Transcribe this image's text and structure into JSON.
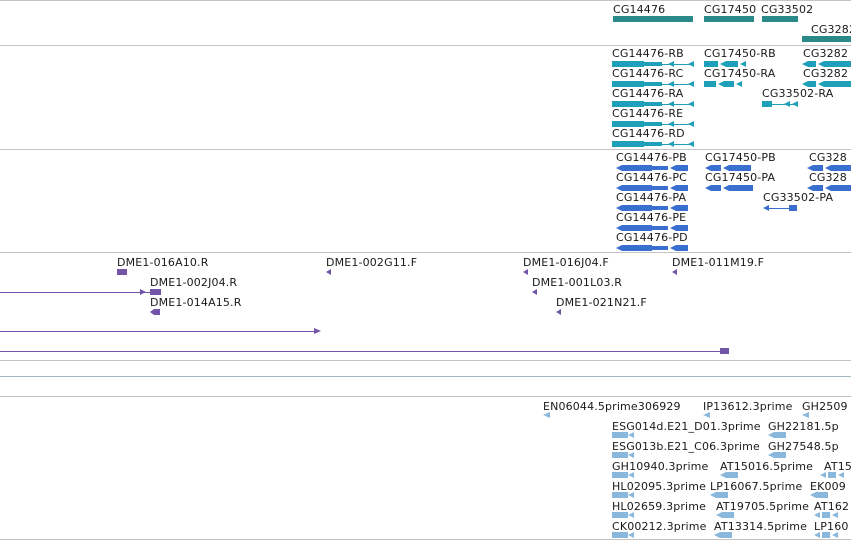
{
  "colors": {
    "gene": "#2a8a8a",
    "transcript": "#1ea0b8",
    "protein": "#3a6fd0",
    "clone": "#7055a8",
    "est": "#8ab8dc",
    "separator": "#c4c4c4"
  },
  "genes": {
    "labels": [
      "CG14476",
      "CG17450",
      "CG33502",
      "CG3282"
    ]
  },
  "transcripts": {
    "labels": [
      "CG14476-RB",
      "CG14476-RC",
      "CG14476-RA",
      "CG14476-RE",
      "CG14476-RD",
      "CG17450-RB",
      "CG17450-RA",
      "CG33502-RA",
      "CG3282",
      "CG3282"
    ]
  },
  "proteins": {
    "labels": [
      "CG14476-PB",
      "CG14476-PC",
      "CG14476-PA",
      "CG14476-PE",
      "CG14476-PD",
      "CG17450-PB",
      "CG17450-PA",
      "CG33502-PA",
      "CG328",
      "CG328"
    ]
  },
  "clones": {
    "labels": [
      "DME1-016A10.R",
      "DME1-002J04.R",
      "DME1-014A15.R",
      "DME1-002G11.F",
      "DME1-016J04.F",
      "DME1-001L03.R",
      "DME1-021N21.F",
      "DME1-011M19.F"
    ]
  },
  "ests": {
    "labels": [
      "EN06044.5prime306929",
      "IP13612.3prime",
      "GH2509",
      "ESG014d.E21_D01.3prime",
      "GH22181.5p",
      "ESG013b.E21_C06.3prime",
      "GH27548.5p",
      "GH10940.3prime",
      "AT15016.5prime",
      "AT15",
      "HL02095.3prime",
      "LP16067.5prime",
      "EK009",
      "HL02659.3prime",
      "AT19705.5prime",
      "AT162",
      "CK00212.3prime",
      "AT13314.5prime",
      "LP160"
    ]
  }
}
